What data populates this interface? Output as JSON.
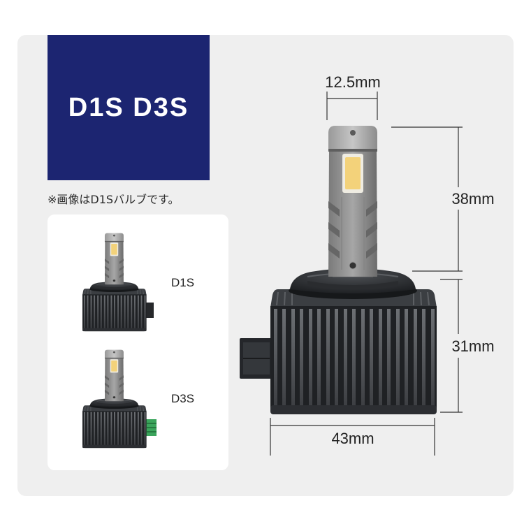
{
  "title": "D1S D3S",
  "note": "※画像はD1Sバルブです。",
  "variants": [
    {
      "label": "D1S",
      "connector_color": "#26282b"
    },
    {
      "label": "D3S",
      "connector_color": "#3ba55c"
    }
  ],
  "dimensions": {
    "led_width": "12.5mm",
    "led_height": "38mm",
    "base_height": "31mm",
    "base_width": "43mm"
  },
  "colors": {
    "navy": "#1c2571",
    "panel": "#efefef",
    "led": "#f3d27a"
  }
}
